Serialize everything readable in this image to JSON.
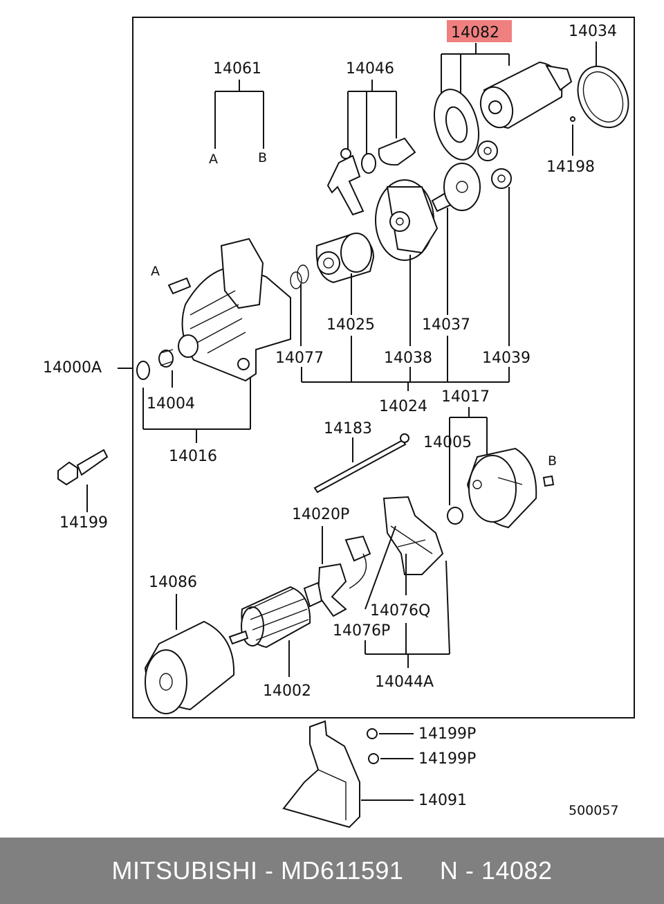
{
  "diagram": {
    "highlight_color": "#f08080",
    "highlighted_part": "14082",
    "drawing_code": "500057",
    "labels": {
      "p14082": "14082",
      "p14034": "14034",
      "p14061": "14061",
      "p14046": "14046",
      "p14198": "14198",
      "a_top": "A",
      "b_top": "B",
      "a_bolt": "A",
      "b_screw": "B",
      "p14025": "14025",
      "p14037": "14037",
      "p14000A": "14000A",
      "p14077": "14077",
      "p14038": "14038",
      "p14039": "14039",
      "p14004": "14004",
      "p14024": "14024",
      "p14017": "14017",
      "p14016": "14016",
      "p14183": "14183",
      "p14005": "14005",
      "p14199": "14199",
      "p14020P": "14020P",
      "p14086": "14086",
      "p14076Q": "14076Q",
      "p14076P": "14076P",
      "p14002": "14002",
      "p14044A": "14044A",
      "p14199P_1": "14199P",
      "p14199P_2": "14199P",
      "p14091": "14091"
    }
  },
  "footer": {
    "text": "MITSUBISHI - MD611591     N - 14082",
    "background": "#808080",
    "color": "#ffffff"
  }
}
